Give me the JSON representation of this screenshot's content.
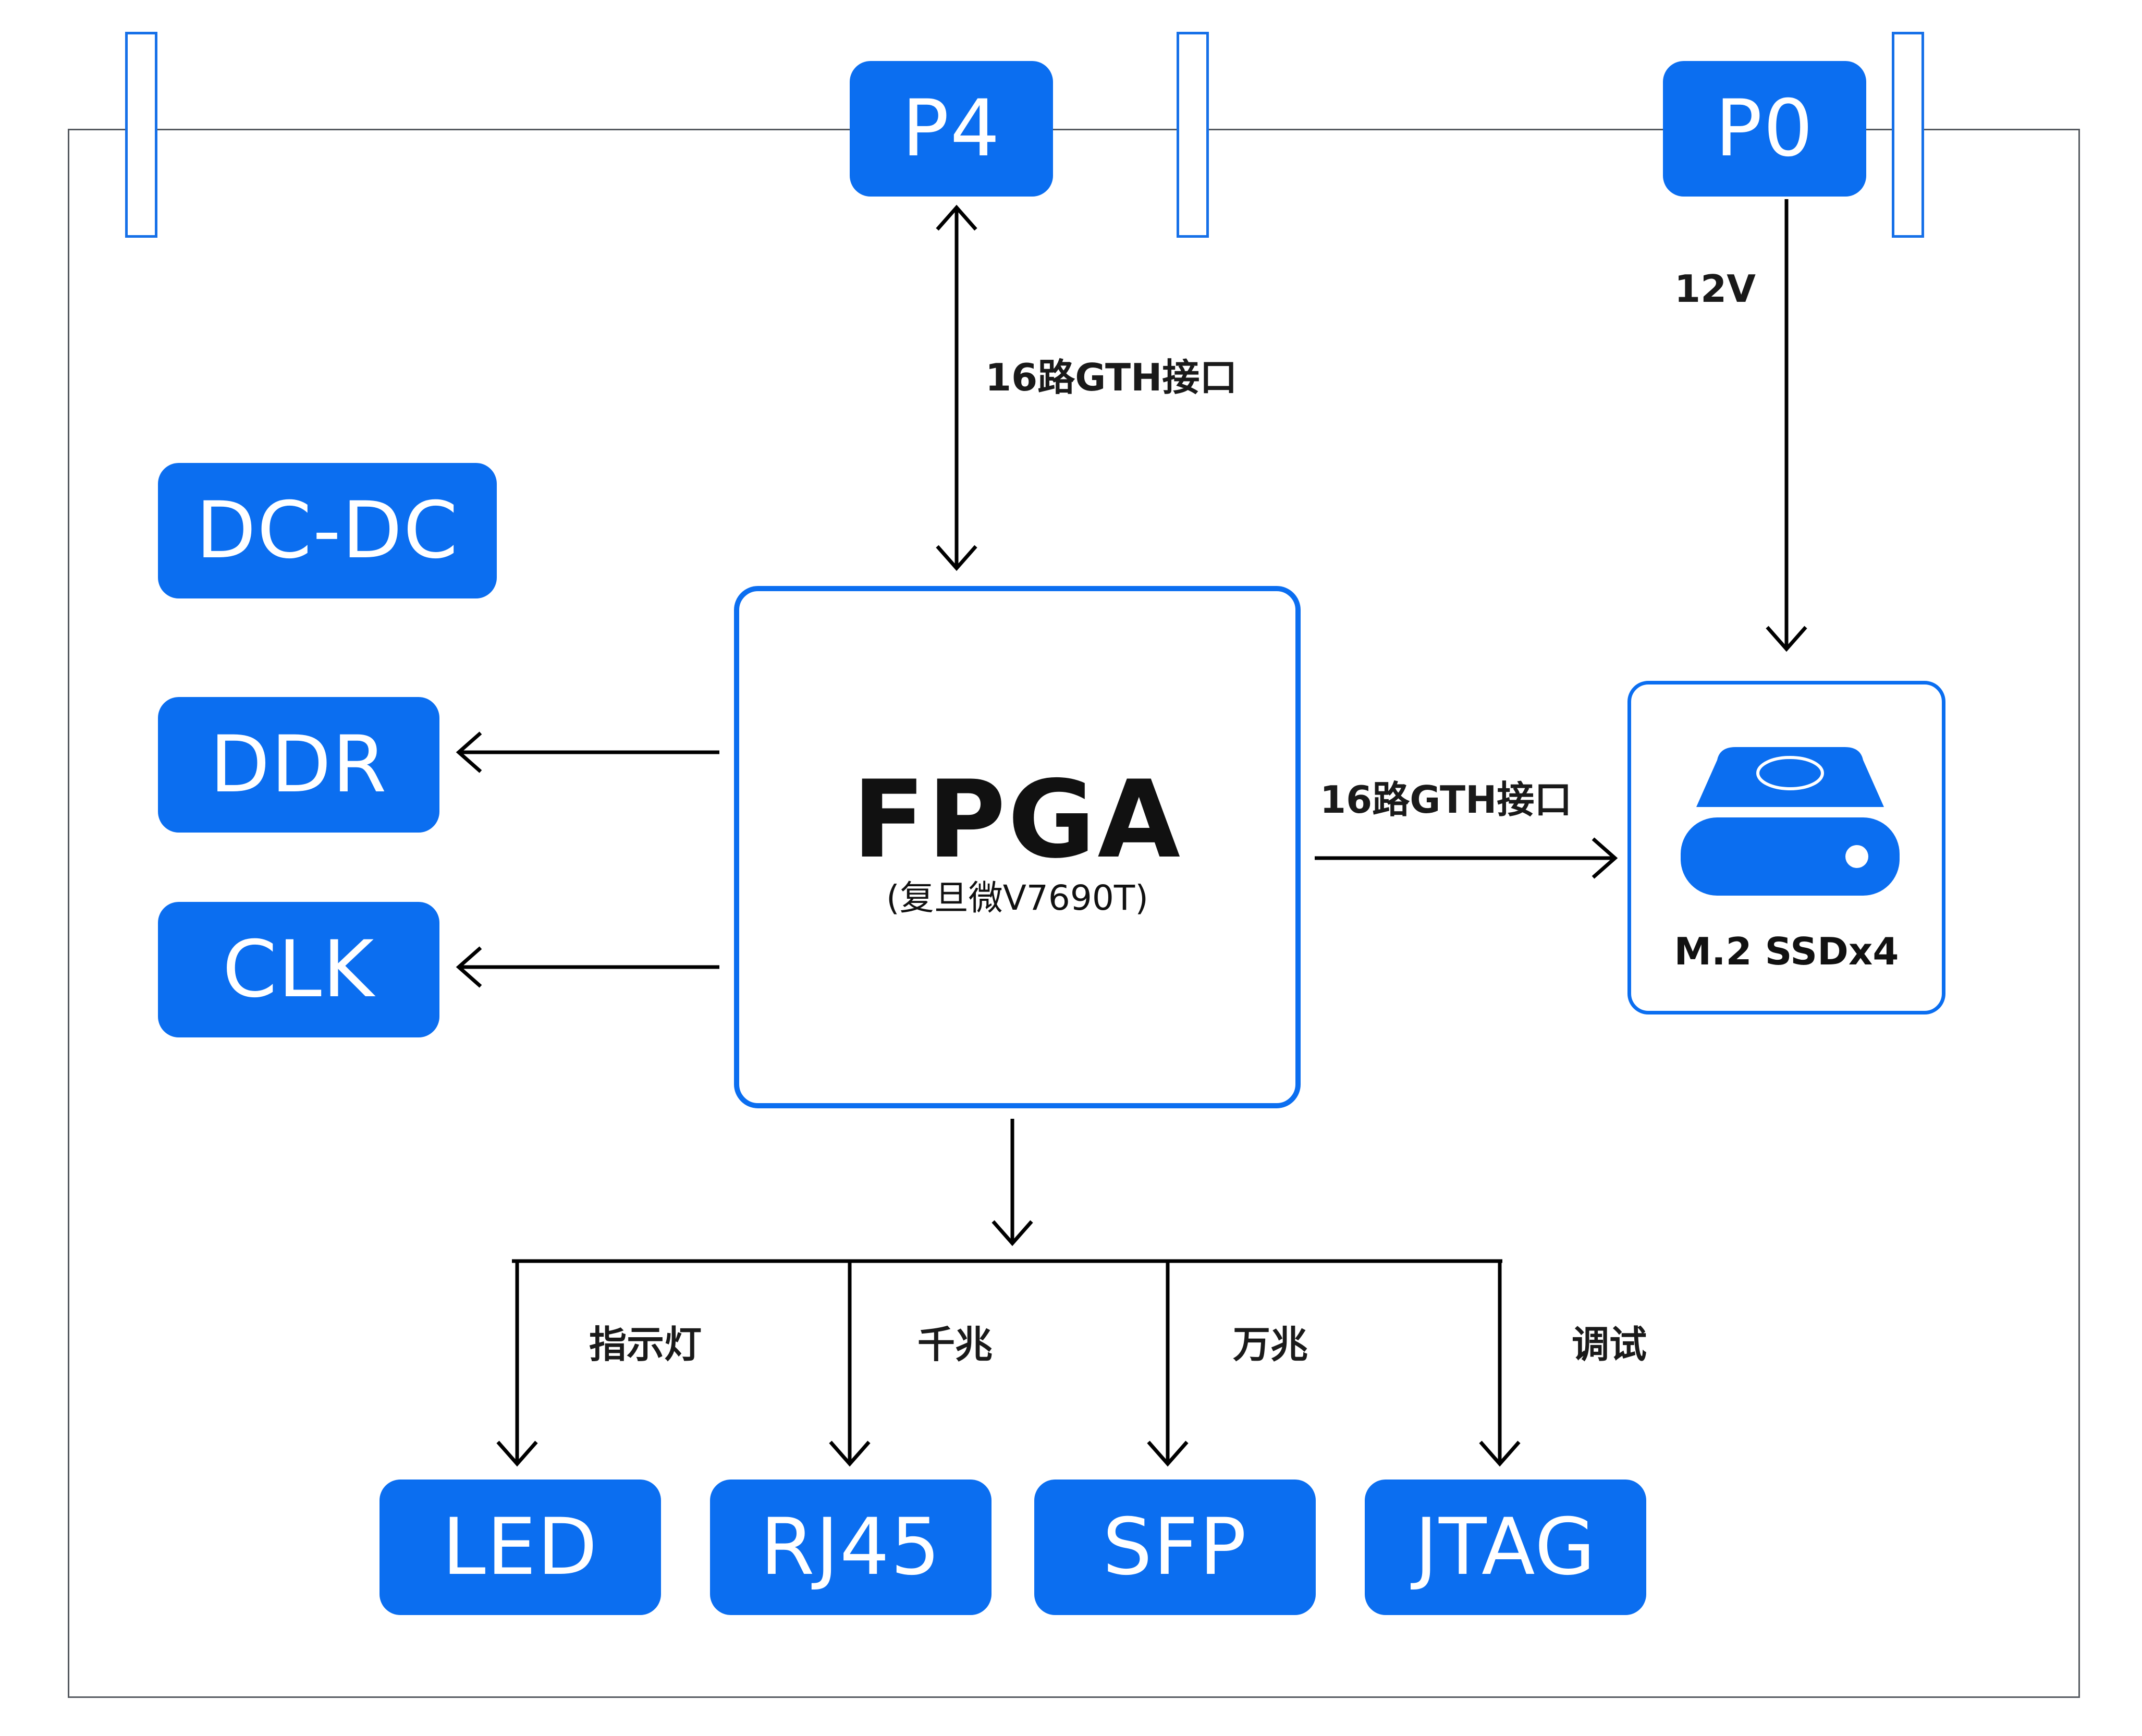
{
  "connectors": {
    "top_a": "P4",
    "top_b": "P0"
  },
  "left_blocks": {
    "power": "DC-DC",
    "memory": "DDR",
    "clock": "CLK"
  },
  "fpga": {
    "title": "FPGA",
    "subtitle": "(复旦微V7690T)"
  },
  "storage": {
    "label": "M.2 SSDx4",
    "icon": "hard-drive-icon"
  },
  "links": {
    "p4_to_fpga": "16路GTH接口",
    "fpga_to_ssd": "16路GTH接口",
    "p0_to_ssd": "12V"
  },
  "bottom_branch_labels": {
    "led": "指示灯",
    "rj45": "千兆",
    "sfp": "万兆",
    "jtag": "调试"
  },
  "bottom_blocks": {
    "led": "LED",
    "rj45": "RJ45",
    "sfp": "SFP",
    "jtag": "JTAG"
  },
  "colors": {
    "accent": "#0b6ef0",
    "line": "#000000",
    "frame": "#555a60"
  }
}
